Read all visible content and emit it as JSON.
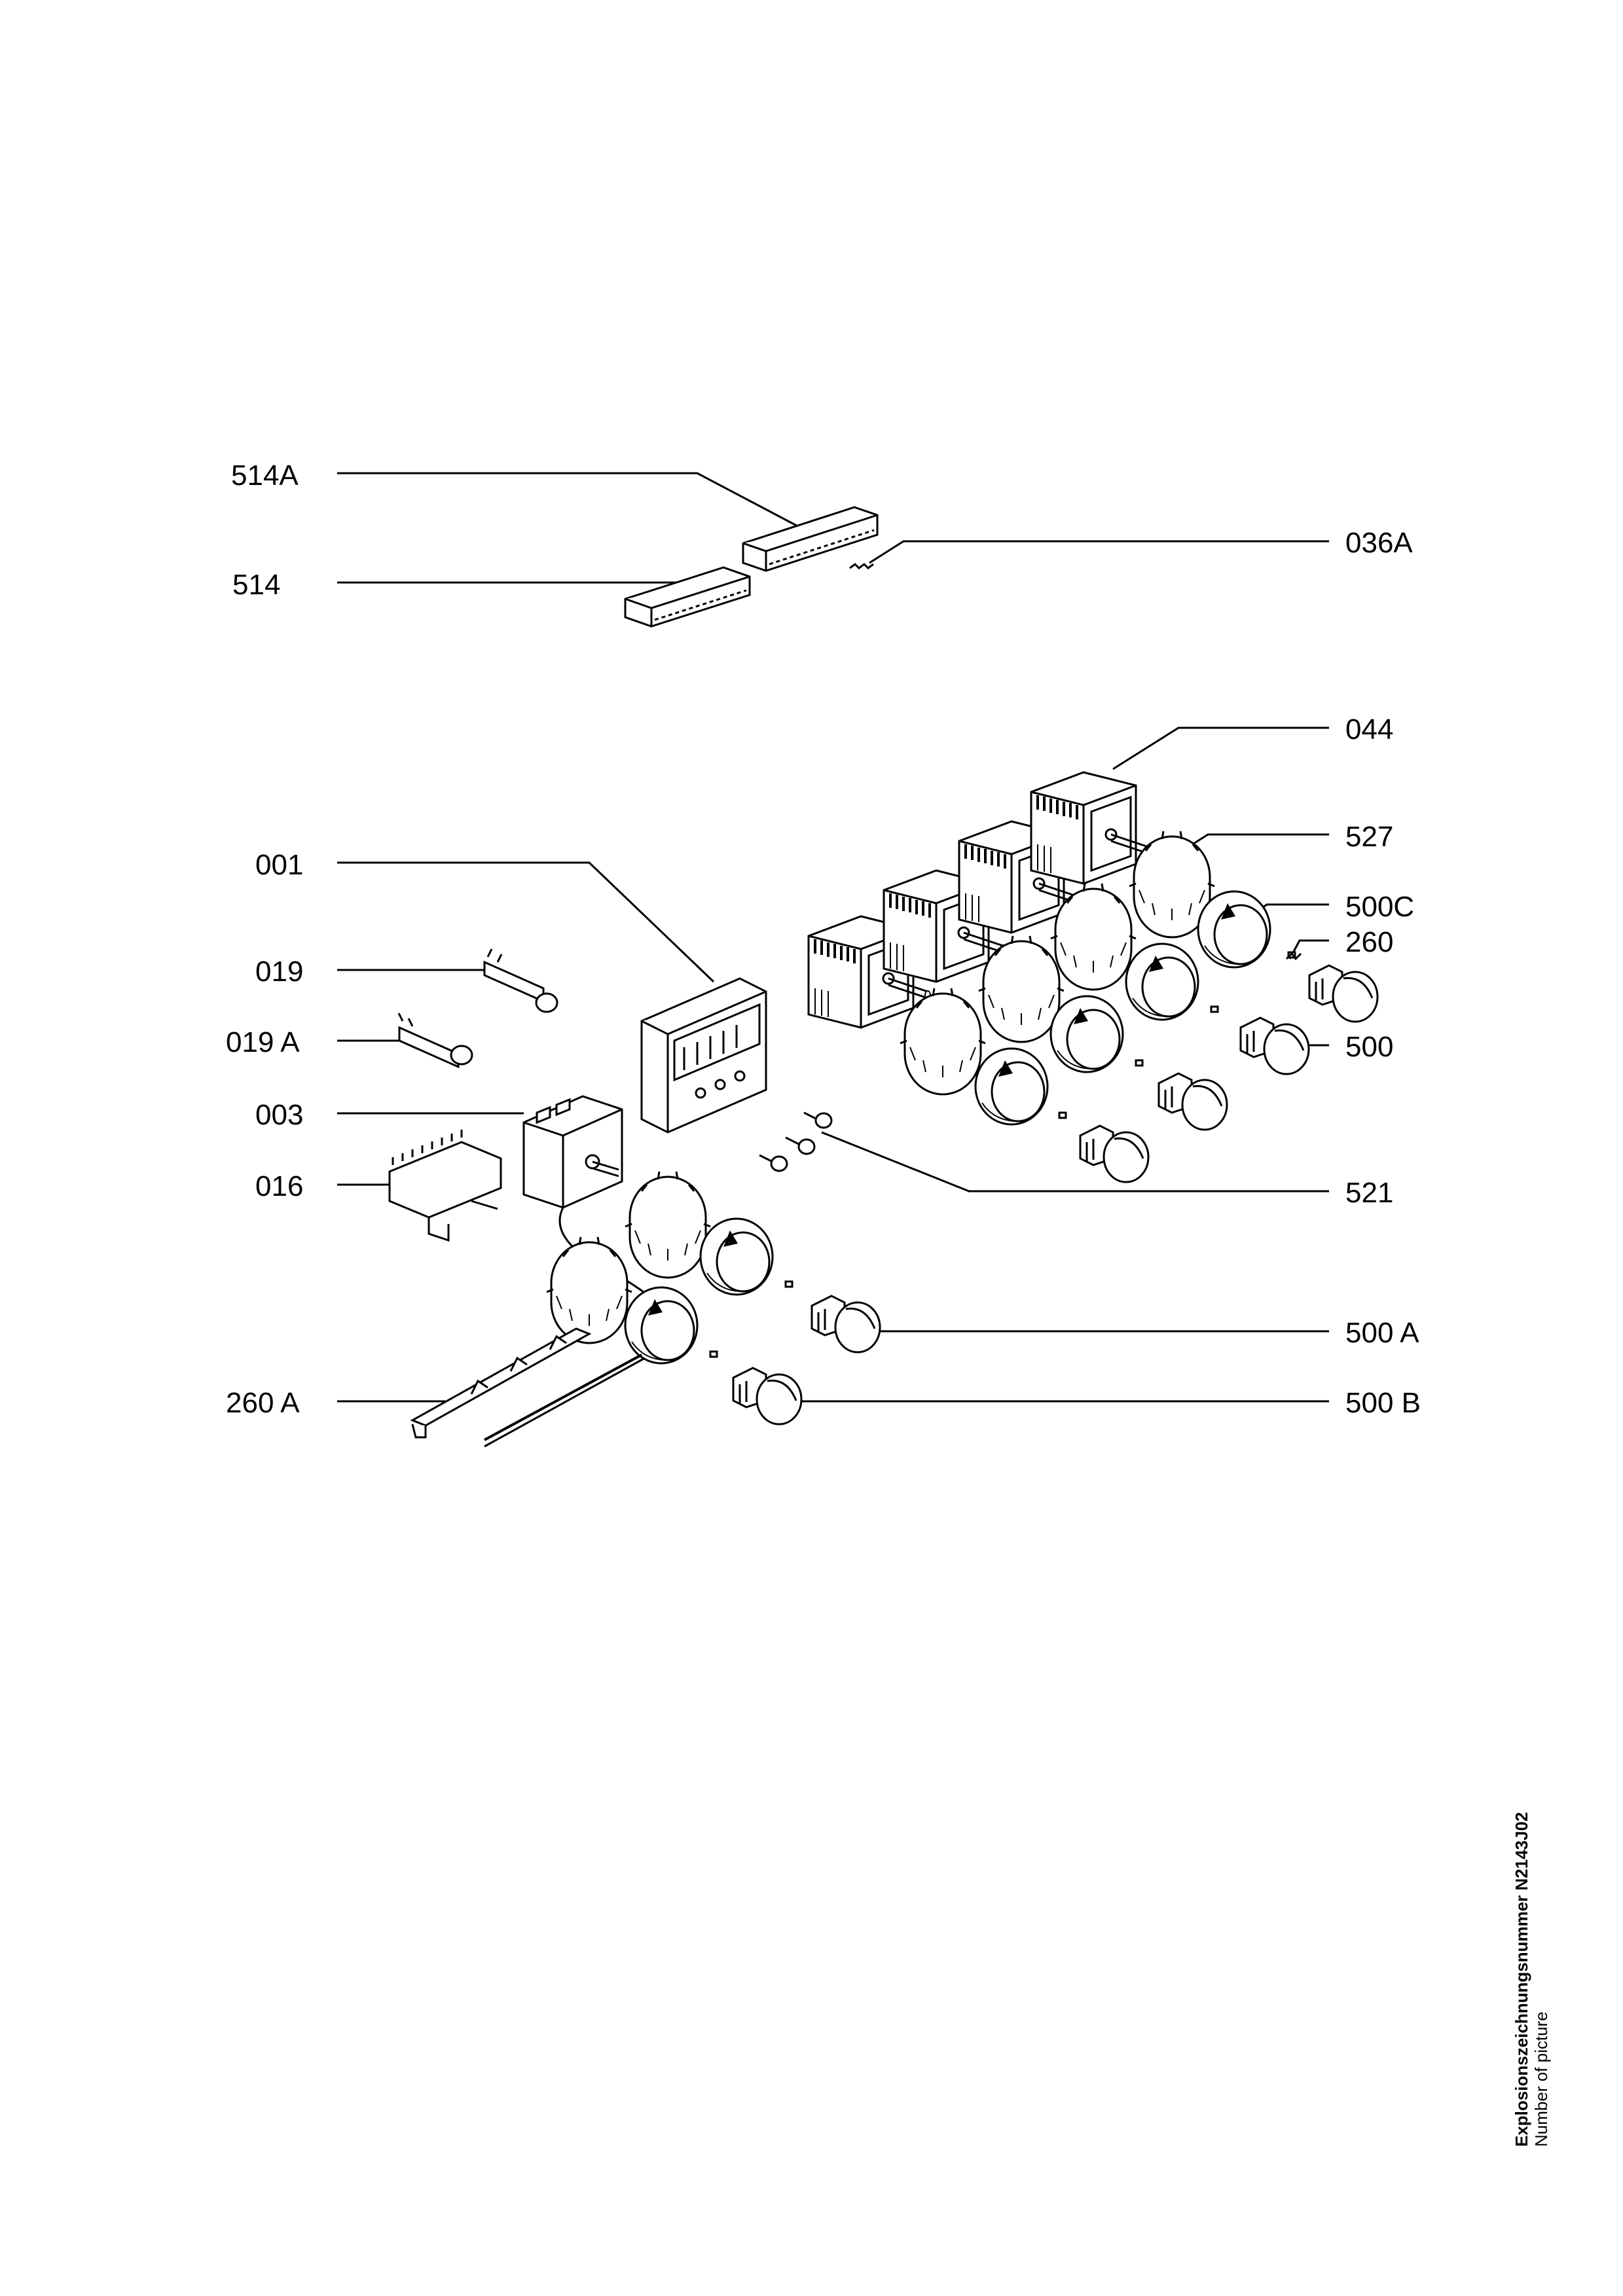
{
  "labels": {
    "p514A": "514A",
    "p514": "514",
    "p036A": "036A",
    "p044": "044",
    "p001": "001",
    "p527": "527",
    "p500C": "500C",
    "p019": "019",
    "p260": "260",
    "p019A": "019 A",
    "p500": "500",
    "p003": "003",
    "p016": "016",
    "p521": "521",
    "p500A": "500 A",
    "p260A": "260 A",
    "p500B": "500 B"
  },
  "footer": {
    "drawing_number": "Explosionszeichnungsnummer N2143J02",
    "caption": "Number of picture"
  },
  "colors": {
    "ink": "#000000",
    "paper": "#ffffff"
  }
}
